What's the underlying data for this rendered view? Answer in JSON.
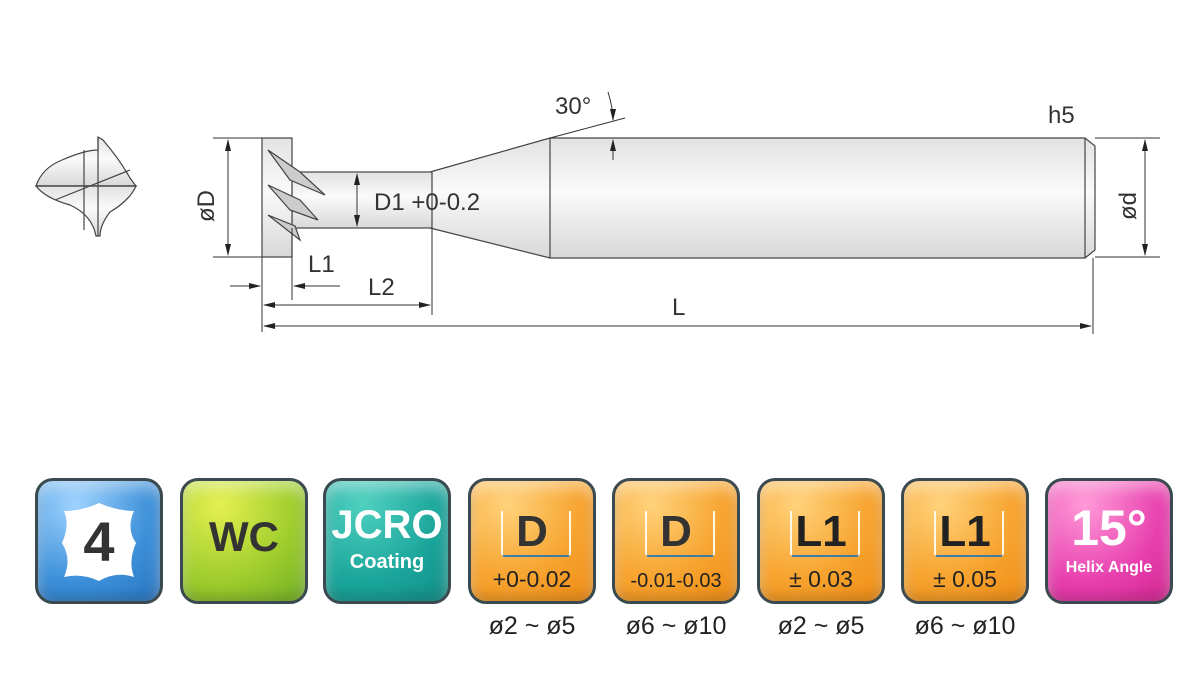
{
  "drawing": {
    "angle": "30°",
    "shank_tolerance": "h5",
    "diameter_D": "øD",
    "diameter_D1": "D1 +0-0.2",
    "diameter_d": "ød",
    "length_L1": "L1",
    "length_L2": "L2",
    "length_L": "L"
  },
  "badges": [
    {
      "main": "4",
      "icon": "flute-count-icon",
      "color": "#3b8fd8"
    },
    {
      "main": "WC",
      "color": "#9dcc2c"
    },
    {
      "main": "JCRO",
      "sub": "Coating",
      "color": "#1aa59a"
    },
    {
      "main": "D",
      "tolerance": "+0-0.02",
      "range": "ø2 ~ ø5",
      "color": "#f7a531"
    },
    {
      "main": "D",
      "tolerance": "-0.01-0.03",
      "range": "ø6 ~ ø10",
      "color": "#f7a531"
    },
    {
      "main": "L1",
      "tolerance": "± 0.03",
      "range": "ø2 ~ ø5",
      "color": "#f7a531"
    },
    {
      "main": "L1",
      "tolerance": "± 0.05",
      "range": "ø6 ~ ø10",
      "color": "#f7a531"
    },
    {
      "main": "15°",
      "sub": "Helix Angle",
      "color": "#e83fae"
    }
  ]
}
